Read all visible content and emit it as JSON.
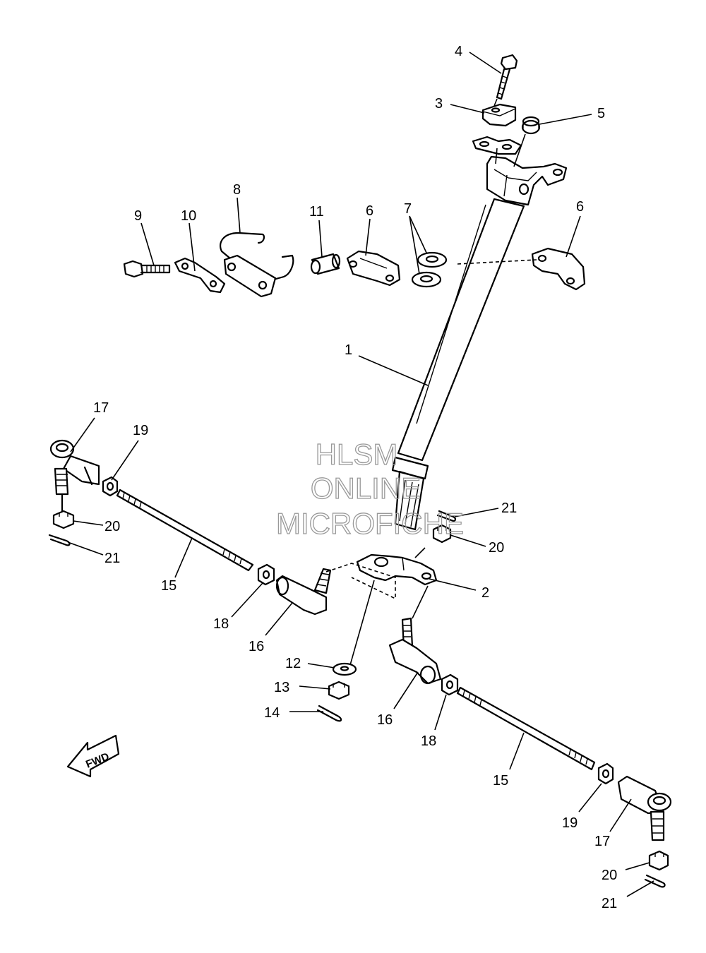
{
  "watermark": {
    "line1": "HLSM",
    "line2": "ONLINE",
    "line3": "MICROFICHE"
  },
  "fwd_label": "FWD",
  "callouts": [
    {
      "id": "c4",
      "num": "4"
    },
    {
      "id": "c3",
      "num": "3"
    },
    {
      "id": "c5",
      "num": "5"
    },
    {
      "id": "c8",
      "num": "8"
    },
    {
      "id": "c9",
      "num": "9"
    },
    {
      "id": "c10",
      "num": "10"
    },
    {
      "id": "c11",
      "num": "11"
    },
    {
      "id": "c6a",
      "num": "6"
    },
    {
      "id": "c7",
      "num": "7"
    },
    {
      "id": "c6b",
      "num": "6"
    },
    {
      "id": "c1",
      "num": "1"
    },
    {
      "id": "c17a",
      "num": "17"
    },
    {
      "id": "c19a",
      "num": "19"
    },
    {
      "id": "c20a",
      "num": "20"
    },
    {
      "id": "c21a",
      "num": "21"
    },
    {
      "id": "c15a",
      "num": "15"
    },
    {
      "id": "c18a",
      "num": "18"
    },
    {
      "id": "c16a",
      "num": "16"
    },
    {
      "id": "c21b",
      "num": "21"
    },
    {
      "id": "c20b",
      "num": "20"
    },
    {
      "id": "c2",
      "num": "2"
    },
    {
      "id": "c12",
      "num": "12"
    },
    {
      "id": "c13",
      "num": "13"
    },
    {
      "id": "c14",
      "num": "14"
    },
    {
      "id": "c16b",
      "num": "16"
    },
    {
      "id": "c18b",
      "num": "18"
    },
    {
      "id": "c15b",
      "num": "15"
    },
    {
      "id": "c19b",
      "num": "19"
    },
    {
      "id": "c17b",
      "num": "17"
    },
    {
      "id": "c20c",
      "num": "20"
    },
    {
      "id": "c21c",
      "num": "21"
    }
  ]
}
